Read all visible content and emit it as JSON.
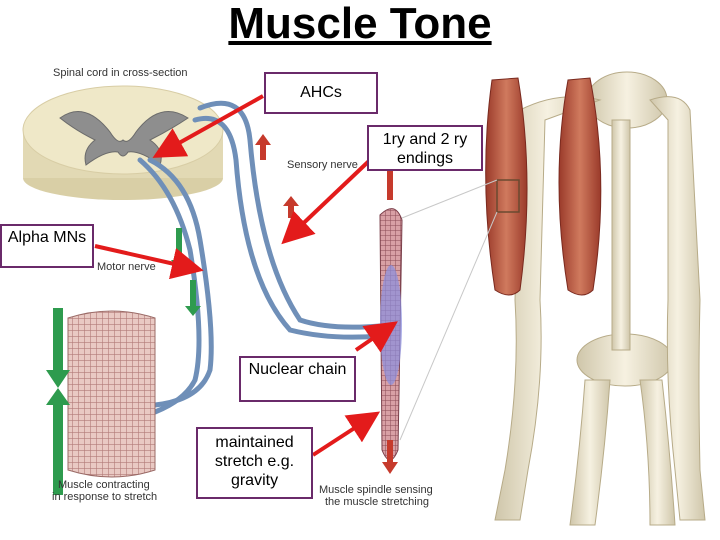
{
  "title": "Muscle Tone",
  "figure_labels": {
    "spinal_cord": "Spinal cord in cross-section",
    "sensory_nerve": "Sensory nerve",
    "motor_nerve": "Motor nerve",
    "muscle_contracting": "Muscle contracting\nin response to stretch",
    "muscle_spindle": "Muscle spindle sensing\nthe muscle stretching"
  },
  "callouts": {
    "ahcs": "AHCs",
    "endings": "1ry and 2 ry endings",
    "alpha_mns": "Alpha MNs",
    "nuclear_chain": "Nuclear chain",
    "maintained_stretch": "maintained stretch e.g. gravity"
  },
  "colors": {
    "arrow_red": "#e31b1b",
    "callout_border": "#6a2a6a",
    "nerve_blue": "#6f8fb8",
    "muscle_red": "#b8604a",
    "green_arrow": "#2e9b4e",
    "bone": "#ece5cf"
  }
}
